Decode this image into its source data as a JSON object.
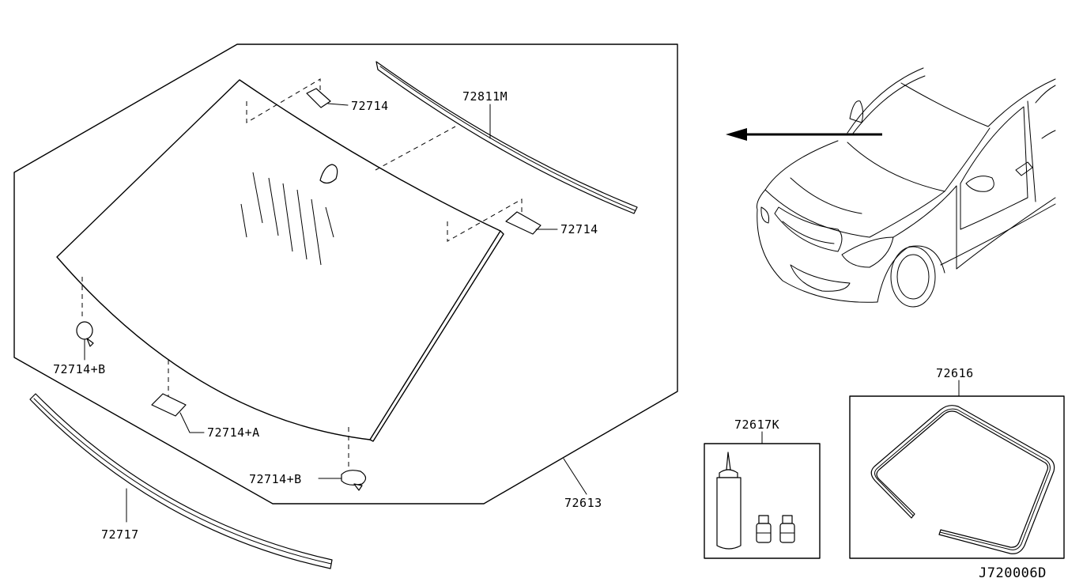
{
  "diagram_code": "J720006D",
  "callouts": {
    "moulding_upper": "72811M",
    "bracket_top": "72714",
    "bracket_right": "72714",
    "clip_left": "72714+B",
    "clip_bottom": "72714+B",
    "bracket_a": "72714+A",
    "glass_assembly": "72613",
    "moulding_lower": "72717",
    "adhesive_kit": "72617K",
    "dam_rubber": "72616"
  },
  "colors": {
    "line": "#000000",
    "background": "#ffffff"
  }
}
